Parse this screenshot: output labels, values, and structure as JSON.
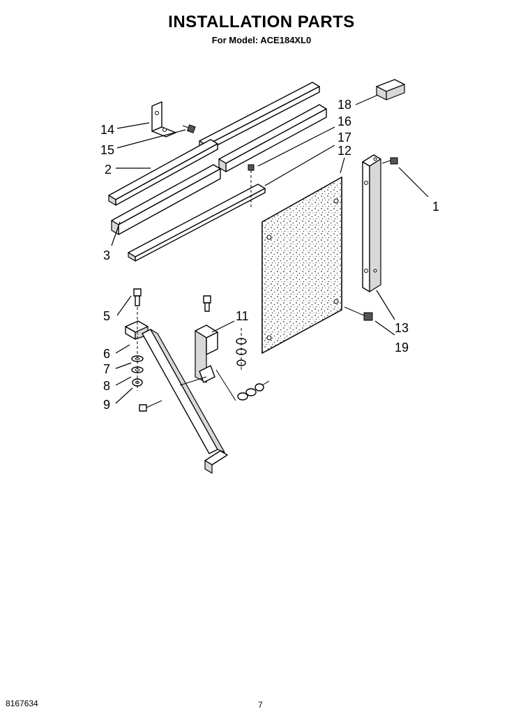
{
  "header": {
    "title": "INSTALLATION PARTS",
    "subtitle": "For Model: ACE184XL0"
  },
  "footer": {
    "doc_number": "8167634",
    "page_number": "7"
  },
  "callouts": [
    "1",
    "2",
    "3",
    "5",
    "6",
    "7",
    "8",
    "9",
    "11",
    "12",
    "13",
    "14",
    "15",
    "16",
    "17",
    "18",
    "19"
  ]
}
